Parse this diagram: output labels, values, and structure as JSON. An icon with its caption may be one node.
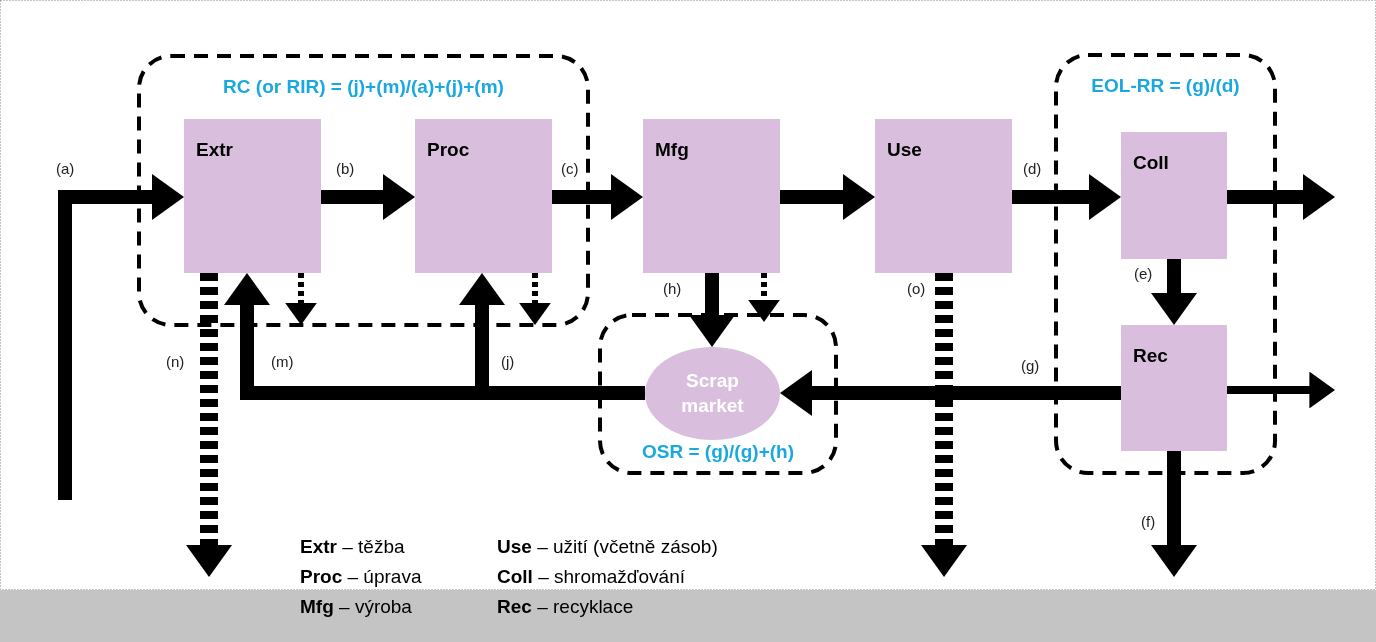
{
  "diagram": {
    "nodes": [
      {
        "text": [
          "RC (or RIR) = (j)+(m)/(a)+(j)+(m)"
        ]
      },
      {
        "text": [
          "Extr"
        ],
        "in": 0
      },
      {
        "text": [
          "Proc"
        ],
        "in": 0
      },
      {
        "text": [
          "Mfg"
        ]
      },
      {
        "text": [
          "Use"
        ]
      },
      {
        "text": [
          "EOL-RR = (g)/(d)"
        ]
      },
      {
        "text": [
          "Coll"
        ],
        "in": 5
      },
      {
        "text": [
          "Rec"
        ],
        "in": 5
      },
      {
        "text": [
          "OSR = (g)/(g)+(h)"
        ]
      },
      {
        "text": [
          "Scrap market"
        ],
        "in": 8
      }
    ],
    "edges": [
      {
        "from": null,
        "to": 1,
        "arrow": "to",
        "label": "(a)"
      },
      {
        "from": 1,
        "to": 2,
        "arrow": "to",
        "label": "(b)"
      },
      {
        "from": 2,
        "to": 3,
        "arrow": "to",
        "label": "(c)"
      },
      {
        "from": 3,
        "to": 4,
        "arrow": "to"
      },
      {
        "from": 4,
        "to": 6,
        "arrow": "to",
        "label": "(d)"
      },
      {
        "from": 6,
        "to": null,
        "arrow": "to"
      },
      {
        "from": 6,
        "to": 7,
        "arrow": "to",
        "label": "(e)"
      },
      {
        "from": 7,
        "to": null,
        "arrow": "to"
      },
      {
        "from": 7,
        "to": null,
        "arrow": "to",
        "label": "(f)"
      },
      {
        "from": 7,
        "to": 9,
        "arrow": "to",
        "label": "(g)"
      },
      {
        "from": 3,
        "to": 9,
        "arrow": "to",
        "label": "(h)"
      },
      {
        "from": 3,
        "to": null,
        "arrow": "to",
        "style": "dashed"
      },
      {
        "from": 1,
        "to": null,
        "arrow": "to",
        "style": "dashed"
      },
      {
        "from": 2,
        "to": null,
        "arrow": "to",
        "style": "dashed"
      },
      {
        "from": 1,
        "to": null,
        "arrow": "to",
        "style": "dashed",
        "label": "(n)"
      },
      {
        "from": 4,
        "to": null,
        "arrow": "to",
        "style": "dashed",
        "label": "(o)"
      },
      {
        "from": 9,
        "to": 1,
        "arrow": "to",
        "label": "(m)"
      },
      {
        "from": 9,
        "to": 2,
        "arrow": "to",
        "label": "(j)"
      }
    ],
    "labels": [
      "**Extr** – těžba",
      "**Use** – užití (včetně zásob)",
      "**Proc** – úprava",
      "**Coll** – shromažďování",
      "**Mfg** – výroba",
      "**Rec** – recyklace"
    ]
  }
}
